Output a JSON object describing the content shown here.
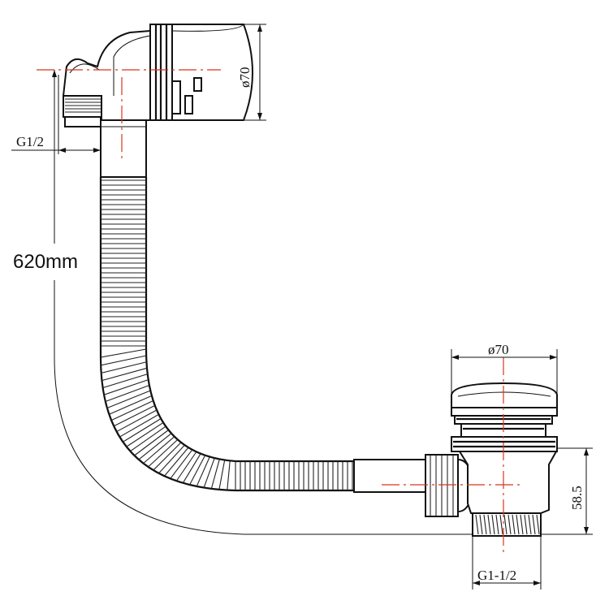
{
  "dimensions": {
    "overflow_diameter": "ø70",
    "thread_overflow": "G1/2",
    "length": "620mm",
    "waste_diameter": "ø70",
    "waste_height": "58.5",
    "thread_waste": "G1-1/2"
  },
  "colors": {
    "line": "#111111",
    "centerline": "#d9361e",
    "background": "#ffffff"
  }
}
